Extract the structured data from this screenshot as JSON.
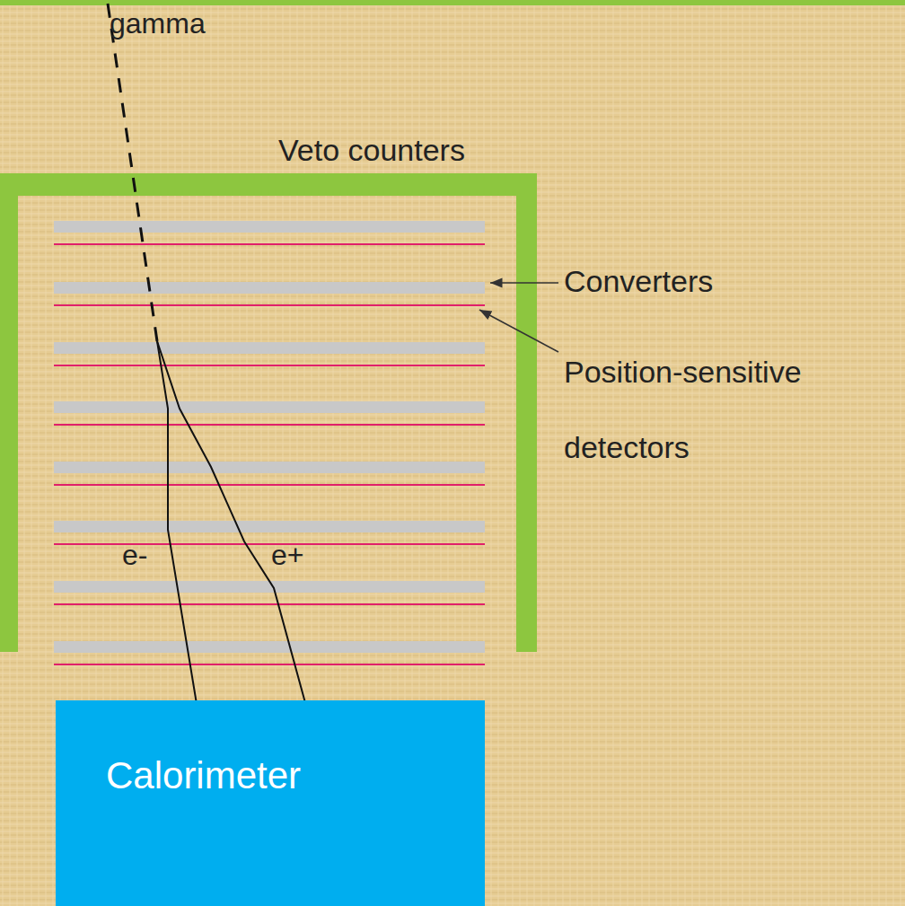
{
  "diagram": {
    "nodes": [
      {
        "text": [
          "Calorimeter"
        ]
      }
    ],
    "labels": [
      "gamma",
      "Veto counters",
      "Converters",
      "Position-sensitive detectors",
      "e-",
      "e+"
    ]
  }
}
